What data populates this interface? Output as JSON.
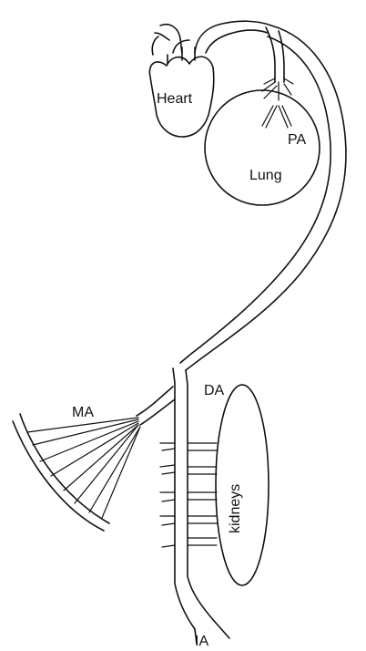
{
  "labels": {
    "heart": "Heart",
    "pa": "PA",
    "lung": "Lung",
    "ma": "MA",
    "da": "DA",
    "kidneys": "kidneys",
    "ia": "IA"
  }
}
